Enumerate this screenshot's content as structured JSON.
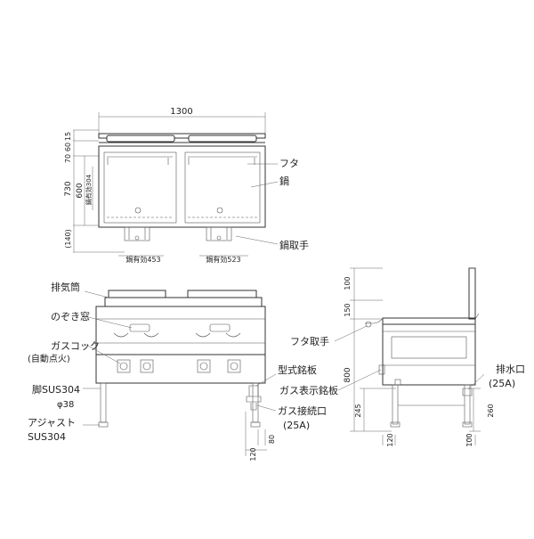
{
  "drawing": {
    "top_view": {
      "width_dim": "1300",
      "depth_dims": [
        "15",
        "60",
        "70"
      ],
      "total_depth": "730",
      "inner_depth": "600",
      "pot_depth": "鍋有効304",
      "leg_dim": "(140)",
      "pot_left": "鍋有効453",
      "pot_right": "鍋有効523",
      "labels": {
        "lid": "フタ",
        "pot": "鍋",
        "pot_handle": "鍋取手"
      }
    },
    "front_view": {
      "labels": {
        "exhaust": "排気筒",
        "window": "のぞき窓",
        "gas_cock": "ガスコック",
        "auto_ignition": "(自動点火)",
        "leg": "脚SUS304",
        "leg_dia": "φ38",
        "adjuster": "アジャスト",
        "adjuster_mat": "SUS304",
        "model_plate": "型式銘板",
        "gas_plate": "ガス表示銘板",
        "gas_connect": "ガス接続口",
        "gas_size": "(25A)"
      },
      "dims": {
        "offset_80": "80",
        "offset_120": "120"
      }
    },
    "side_view": {
      "labels": {
        "lid_handle": "フタ取手",
        "drain": "排水口",
        "drain_size": "(25A)"
      },
      "dims": {
        "top_100": "100",
        "mid_150": "150",
        "height_800": "800",
        "gas_245": "245",
        "drain_260": "260",
        "bottom_120": "120",
        "bottom_100": "100"
      }
    }
  }
}
